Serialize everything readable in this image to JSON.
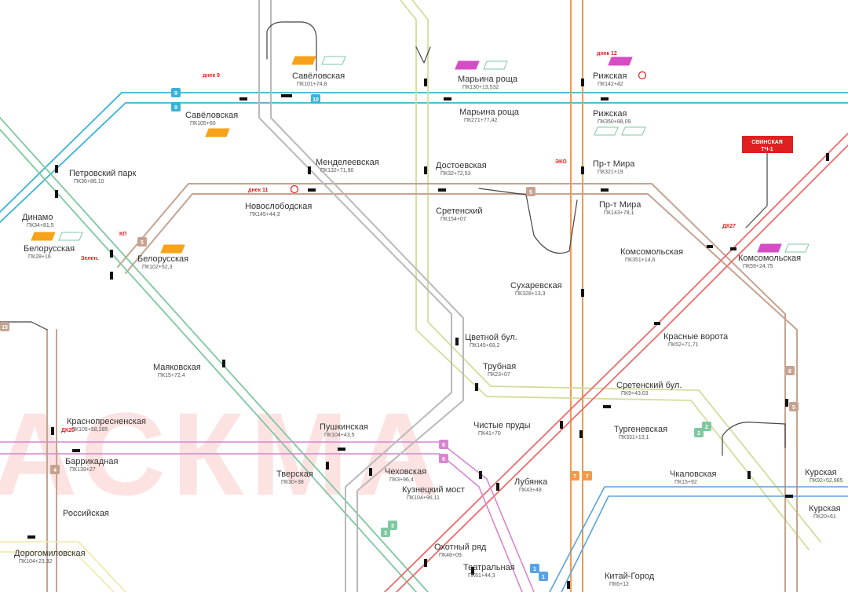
{
  "watermark": "АСКМА",
  "colors": {
    "blue_light": "#39b3d6",
    "orange": "#f39a4a",
    "brown": "#c5a390",
    "green": "#7fc8a0",
    "yellow_green": "#d3dc9a",
    "red": "#ef6b6b",
    "purple": "#d586d0",
    "blue": "#5aa3e0",
    "yellow_pale": "#f3e7a6",
    "gray": "#b9b9b9",
    "dark": "#444444"
  },
  "station_labels": [
    {
      "name": "Савёловская",
      "sub": "ПК101+74,8"
    },
    {
      "name": "Савёловская",
      "sub": "ПК105+60"
    },
    {
      "name": "Марьина роща",
      "sub": "ПК130+13,532"
    },
    {
      "name": "Марьина роща",
      "sub": "ПК271+77,42"
    },
    {
      "name": "Рижская",
      "sub": "ПК142+42"
    },
    {
      "name": "Рижская",
      "sub": "ПК350+88,09"
    },
    {
      "name": "Петровский парк",
      "sub": "ПК36+86,10"
    },
    {
      "name": "Менделеевская",
      "sub": "ПК132+71,90"
    },
    {
      "name": "Достоевская",
      "sub": "ПК32+72,53"
    },
    {
      "name": "Пр-т Мира",
      "sub": "ПК321+19"
    },
    {
      "name": "Пр-т Мира",
      "sub": "ПК143+78,1"
    },
    {
      "name": "Новослободская",
      "sub": "ПК145+44,3"
    },
    {
      "name": "Сретенский",
      "sub": "ПК154+07"
    },
    {
      "name": "Динамо",
      "sub": "ПК34+81,5"
    },
    {
      "name": "Белорусская",
      "sub": "ПК28+16"
    },
    {
      "name": "Белорусская",
      "sub": "ПК102+52,3"
    },
    {
      "name": "Комсомольская",
      "sub": "ПК351+14,6"
    },
    {
      "name": "Комсомольская",
      "sub": "ПК59+24,75"
    },
    {
      "name": "Сухаревская",
      "sub": "ПК328+13,3"
    },
    {
      "name": "Цветной бул.",
      "sub": "ПК145+69,2"
    },
    {
      "name": "Трубная",
      "sub": "ПК23+07"
    },
    {
      "name": "Красные ворота",
      "sub": "ПК52+71,71"
    },
    {
      "name": "Маяковская",
      "sub": "ПК15+72,4"
    },
    {
      "name": "Сретенский бул.",
      "sub": "ПК9+43,03"
    },
    {
      "name": "Краснопресненская",
      "sub": "ПК105+58,285"
    },
    {
      "name": "Пушкинская",
      "sub": "ПК104+43,5"
    },
    {
      "name": "Чистые пруды",
      "sub": "ПК41+70"
    },
    {
      "name": "Тургеневская",
      "sub": "ПК331+13,1"
    },
    {
      "name": "Баррикадная",
      "sub": "ПК139+27"
    },
    {
      "name": "Чеховская",
      "sub": "ПК3+96,4"
    },
    {
      "name": "Тверская",
      "sub": "ПК30+38"
    },
    {
      "name": "Кузнецкий мост",
      "sub": "ПК104+96,11"
    },
    {
      "name": "Лубянка",
      "sub": "ПК43+48"
    },
    {
      "name": "Чкаловская",
      "sub": "ПК15+92"
    },
    {
      "name": "Курская",
      "sub": "ПК92+52,985"
    },
    {
      "name": "Курская",
      "sub": "ПК20+61"
    },
    {
      "name": "Российская",
      "sub": ""
    },
    {
      "name": "Охотный ряд",
      "sub": "ПК48+09"
    },
    {
      "name": "Театральная",
      "sub": "ПК61+44,3"
    },
    {
      "name": "Китай-Город",
      "sub": "ПК6+12"
    },
    {
      "name": "Дорогомиловская",
      "sub": "ПК104+23,32"
    }
  ],
  "line_badges": [
    "9",
    "9",
    "10",
    "2",
    "2",
    "5",
    "5",
    "6",
    "6",
    "7",
    "7",
    "8",
    "3",
    "3",
    "1",
    "1",
    "4",
    "5",
    "15"
  ],
  "red_tags": [
    "днек 9",
    "днек 12",
    "ЭКО",
    "днек 11",
    "ДК20",
    "Зелен.",
    "КП",
    "ДК27"
  ],
  "notice": {
    "title": "СВИНСКАЯ",
    "sub": "ТЧ-1"
  }
}
